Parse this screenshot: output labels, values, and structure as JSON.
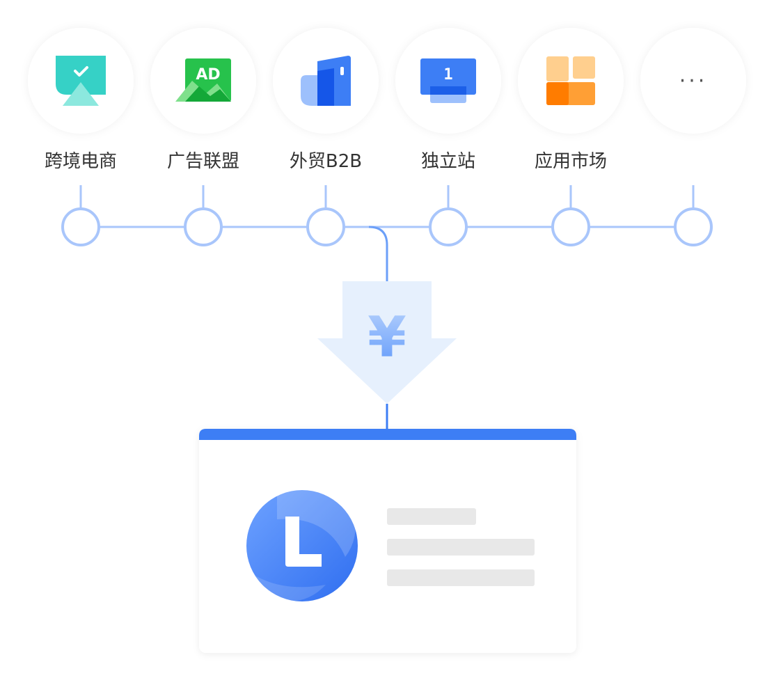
{
  "channels": [
    {
      "label": "跨境电商",
      "icon": "cross-border-ecommerce-icon"
    },
    {
      "label": "广告联盟",
      "icon": "ad-network-icon",
      "badge": "AD"
    },
    {
      "label": "外贸B2B",
      "icon": "foreign-trade-b2b-icon"
    },
    {
      "label": "独立站",
      "icon": "independent-site-icon",
      "badge": "1"
    },
    {
      "label": "应用市场",
      "icon": "app-market-icon"
    }
  ],
  "more": {
    "label": "···",
    "icon": "more-icon"
  },
  "arrow": {
    "symbol": "¥",
    "icon": "yen-icon"
  },
  "colors": {
    "accent": "#3d7ef5",
    "line": "#a9c6fb",
    "arrow_fill": "#e6f0fd",
    "placeholder": "#e8e8e8"
  }
}
